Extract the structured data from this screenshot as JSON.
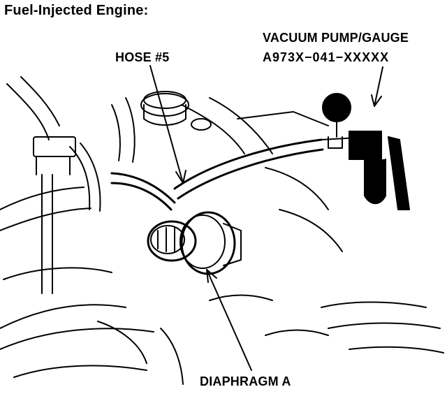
{
  "title": "Fuel-Injected Engine:",
  "labels": {
    "hose": "HOSE #5",
    "pump_line1": "VACUUM PUMP/GAUGE",
    "pump_line2": "A973X−041−XXXXX",
    "diaphragm": "DIAPHRAGM A"
  },
  "colors": {
    "ink": "#000000",
    "paper": "#ffffff"
  }
}
